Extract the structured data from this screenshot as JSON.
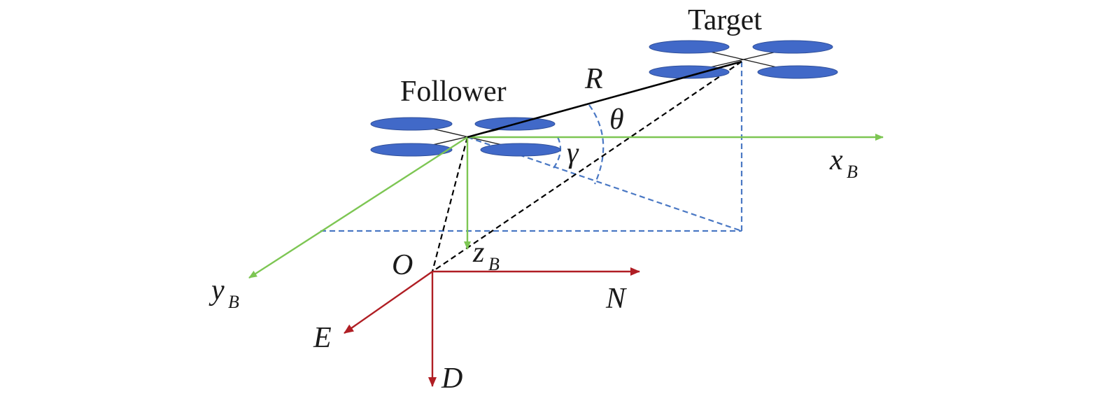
{
  "labels": {
    "target": "Target",
    "follower": "Follower",
    "range": "R",
    "theta": "θ",
    "gamma": "γ",
    "xb_main": "x",
    "xb_sub": "B",
    "yb_main": "y",
    "yb_sub": "B",
    "zb_main": "z",
    "zb_sub": "B",
    "origin": "O",
    "north": "N",
    "east": "E",
    "down": "D"
  },
  "colors": {
    "body_frame": "#7dc653",
    "ned_frame": "#b01e24",
    "rotor": "#4169c8",
    "rotor_edge": "#2f4f9a",
    "guide": "#4a78c4",
    "line_of_sight": "#000000"
  }
}
